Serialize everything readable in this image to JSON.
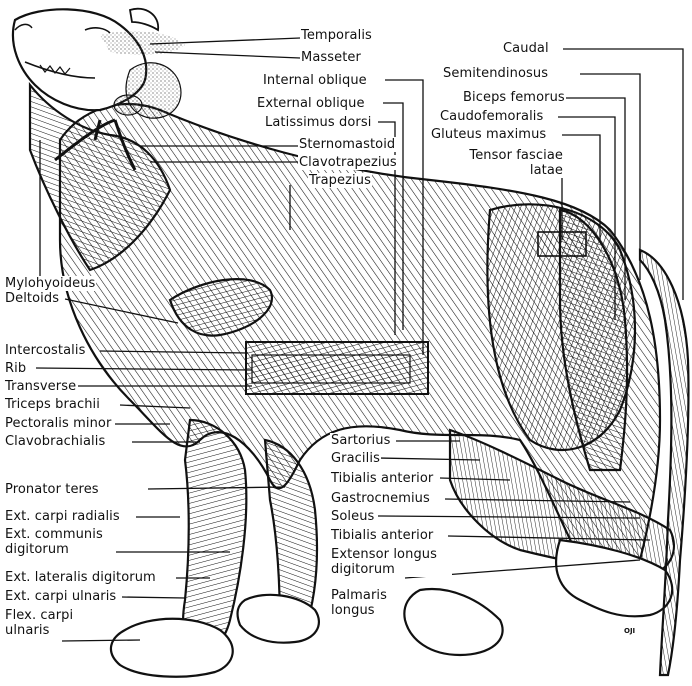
{
  "labels": {
    "temporalis": "Temporalis",
    "masseter": "Masseter",
    "internal_oblique": "Internal oblique",
    "external_oblique": "External oblique",
    "latissimus_dorsi": "Latissimus dorsi",
    "sternomastoid": "Sternomastoid",
    "clavotrapezius": "Clavotrapezius",
    "trapezius": "Trapezius",
    "mylohyoideus": "Mylohyoideus",
    "deltoids": "Deltoids",
    "intercostalis": "Intercostalis",
    "rib": "Rib",
    "transverse": "Transverse",
    "triceps_brachii": "Triceps brachii",
    "pectoralis_minor": "Pectoralis minor",
    "clavobrachialis": "Clavobrachialis",
    "pronator_teres": "Pronator teres",
    "ext_carpi_radialis": "Ext. carpi radialis",
    "ext_communis_1": "Ext. communis",
    "ext_communis_2": "digitorum",
    "ext_lateralis": "Ext. lateralis digitorum",
    "ext_carpi_ulnaris": "Ext. carpi ulnaris",
    "flex_carpi_1": "Flex. carpi",
    "flex_carpi_2": "ulnaris",
    "caudal": "Caudal",
    "semitendinosus": "Semitendinosus",
    "biceps_femorus": "Biceps femorus",
    "caudofemoralis": "Caudofemoralis",
    "gluteus_maximus": "Gluteus maximus",
    "tensor_1": "Tensor fasciae",
    "tensor_2": "latae",
    "sartorius": "Sartorius",
    "gracilis": "Gracilis",
    "tibialis_anterior": "Tibialis anterior",
    "gastrocnemius": "Gastrocnemius",
    "soleus": "Soleus",
    "tibialis_anterior_2": "Tibialis anterior",
    "extensor_longus_1": "Extensor longus",
    "extensor_longus_2": "digitorum",
    "palmaris_1": "Palmaris",
    "palmaris_2": "longus"
  },
  "signature": "OJI",
  "colors": {
    "ink": "#111111",
    "paper": "#ffffff",
    "stipple": "#cfcfcf"
  }
}
